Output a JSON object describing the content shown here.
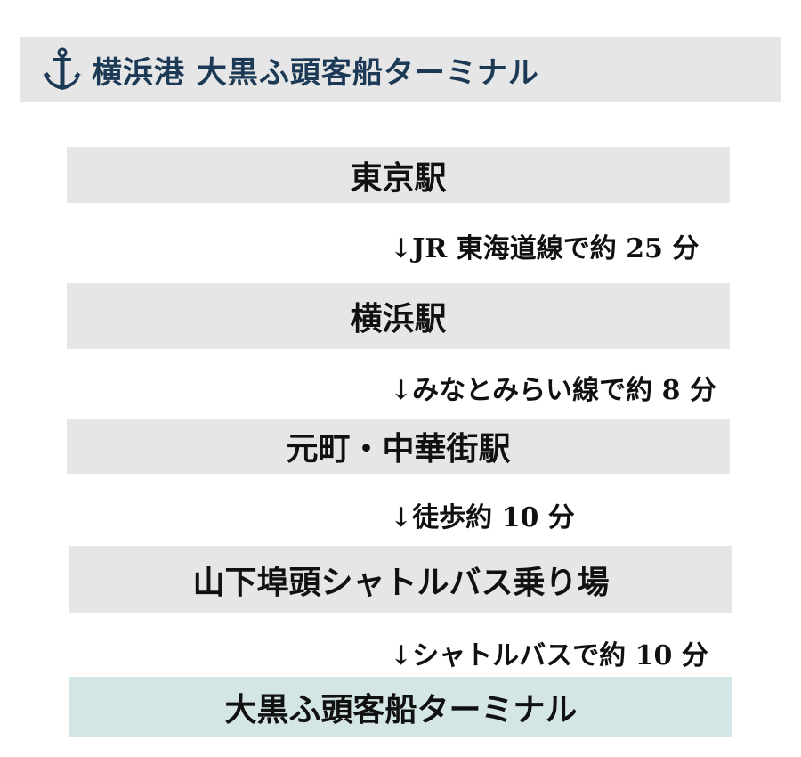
{
  "header": {
    "icon": "anchor-icon",
    "title": "横浜港 大黒ふ頭客船ターミナル",
    "color": "#1c3a56"
  },
  "steps": [
    {
      "station": "東京駅",
      "route": "↓JR 東海道線で約 25 分"
    },
    {
      "station": "横浜駅",
      "route": "↓みなとみらい線で約 8 分"
    },
    {
      "station": "元町・中華街駅",
      "route": "↓徒歩約 10 分"
    },
    {
      "station": "山下埠頭シャトルバス乗り場",
      "route": "↓シャトルバスで約 10 分"
    },
    {
      "station": "大黒ふ頭客船ターミナル"
    }
  ]
}
